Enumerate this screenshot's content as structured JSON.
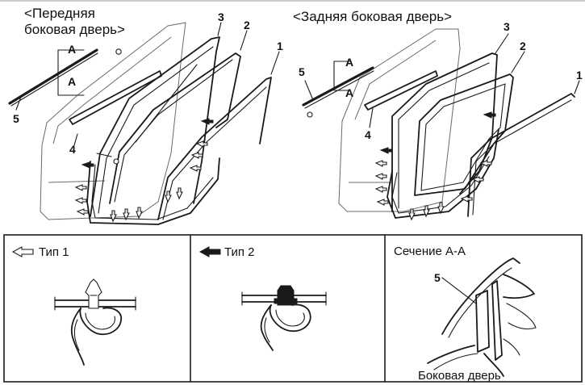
{
  "header": {
    "front_title_line1": "<Передняя",
    "front_title_line2": "боковая дверь>",
    "rear_title": "<Задняя боковая дверь>"
  },
  "front": {
    "section_mark_top": "A",
    "section_mark_bottom": "A",
    "callouts": [
      "1",
      "2",
      "3",
      "4",
      "5"
    ]
  },
  "rear": {
    "section_mark_top": "A",
    "section_mark_bottom": "A",
    "callouts": [
      "1",
      "2",
      "3",
      "4",
      "5"
    ]
  },
  "panels": {
    "type1_title": "Тип 1",
    "type2_title": "Тип 2",
    "section_title": "Сечение A-A",
    "section_callout": "5",
    "section_caption": "Боковая дверь"
  }
}
